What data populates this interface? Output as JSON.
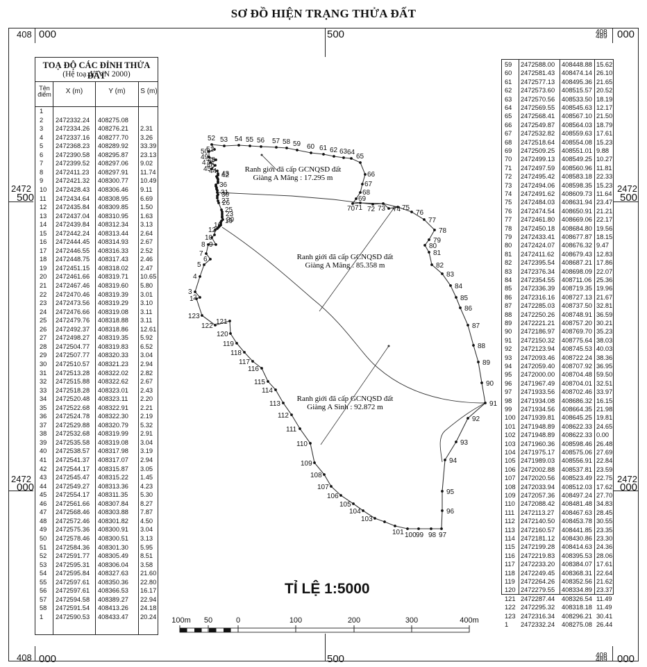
{
  "title": "SƠ ĐỒ HIỆN TRẠNG THỬA ĐẤT",
  "frame_labels": {
    "tl_left": "408",
    "tl_inner": "000",
    "top_mid": "500",
    "tr_stack_a": "408",
    "tr_stack_b": "489",
    "tr_right": "000",
    "bl_left": "408",
    "bl_inner": "000",
    "bottom_mid": "500",
    "br_stack_a": "408",
    "br_stack_b": "489",
    "br_right": "000",
    "left_upper_a": "2472",
    "left_upper_b": "500",
    "left_lower_a": "2472",
    "left_lower_b": "000",
    "right_upper_a": "2472",
    "right_upper_b": "500",
    "right_lower_a": "2472",
    "right_lower_b": "000"
  },
  "table_left": {
    "title": "TOẠ ĐỘ CÁC ĐỈNH THỬA ĐẤT",
    "subtitle": "(Hệ toạ độ VN 2000)",
    "headers": [
      "Tên điểm",
      "X (m)",
      "Y (m)",
      "S (m)"
    ],
    "rows": [
      [
        "1",
        "",
        "",
        ""
      ],
      [
        "2",
        "2472332.24",
        "408275.08",
        ""
      ],
      [
        "3",
        "2472334.26",
        "408276.21",
        "2.31"
      ],
      [
        "4",
        "2472337.16",
        "408277.70",
        "3.26"
      ],
      [
        "5",
        "2472368.23",
        "408289.92",
        "33.39"
      ],
      [
        "6",
        "2472390.58",
        "408295.87",
        "23.13"
      ],
      [
        "7",
        "2472399.52",
        "408297.06",
        "9.02"
      ],
      [
        "8",
        "2472411.23",
        "408297.91",
        "11.74"
      ],
      [
        "9",
        "2472421.32",
        "408300.77",
        "10.49"
      ],
      [
        "10",
        "2472428.43",
        "408306.46",
        "9.11"
      ],
      [
        "11",
        "2472434.64",
        "408308.95",
        "6.69"
      ],
      [
        "12",
        "2472435.84",
        "408309.85",
        "1.50"
      ],
      [
        "13",
        "2472437.04",
        "408310.95",
        "1.63"
      ],
      [
        "14",
        "2472439.84",
        "408312.34",
        "3.13"
      ],
      [
        "15",
        "2472442.24",
        "408313.44",
        "2.64"
      ],
      [
        "16",
        "2472444.45",
        "408314.93",
        "2.67"
      ],
      [
        "17",
        "2472446.55",
        "408316.33",
        "2.52"
      ],
      [
        "18",
        "2472448.75",
        "408317.43",
        "2.46"
      ],
      [
        "19",
        "2472451.15",
        "408318.02",
        "2.47"
      ],
      [
        "20",
        "2472461.66",
        "408319.71",
        "10.65"
      ],
      [
        "21",
        "2472467.46",
        "408319.60",
        "5.80"
      ],
      [
        "22",
        "2472470.46",
        "408319.39",
        "3.01"
      ],
      [
        "23",
        "2472473.56",
        "408319.29",
        "3.10"
      ],
      [
        "24",
        "2472476.66",
        "408319.08",
        "3.11"
      ],
      [
        "25",
        "2472479.76",
        "408318.88",
        "3.11"
      ],
      [
        "26",
        "2472492.37",
        "408318.86",
        "12.61"
      ],
      [
        "27",
        "2472498.27",
        "408319.35",
        "5.92"
      ],
      [
        "28",
        "2472504.77",
        "408319.83",
        "6.52"
      ],
      [
        "29",
        "2472507.77",
        "408320.33",
        "3.04"
      ],
      [
        "30",
        "2472510.57",
        "408321.23",
        "2.94"
      ],
      [
        "31",
        "2472513.28",
        "408322.02",
        "2.82"
      ],
      [
        "32",
        "2472515.88",
        "408322.62",
        "2.67"
      ],
      [
        "33",
        "2472518.28",
        "408323.01",
        "2.43"
      ],
      [
        "34",
        "2472520.48",
        "408323.11",
        "2.20"
      ],
      [
        "35",
        "2472522.68",
        "408322.91",
        "2.21"
      ],
      [
        "36",
        "2472524.78",
        "408322.30",
        "2.19"
      ],
      [
        "37",
        "2472529.88",
        "408320.79",
        "5.32"
      ],
      [
        "38",
        "2472532.68",
        "408319.99",
        "2.91"
      ],
      [
        "39",
        "2472535.58",
        "408319.08",
        "3.04"
      ],
      [
        "40",
        "2472538.57",
        "408317.98",
        "3.19"
      ],
      [
        "41",
        "2472541.37",
        "408317.07",
        "2.94"
      ],
      [
        "42",
        "2472544.17",
        "408315.87",
        "3.05"
      ],
      [
        "43",
        "2472545.47",
        "408315.22",
        "1.45"
      ],
      [
        "44",
        "2472549.27",
        "408313.36",
        "4.23"
      ],
      [
        "45",
        "2472554.17",
        "408311.35",
        "5.30"
      ],
      [
        "46",
        "2472561.66",
        "408307.84",
        "8.27"
      ],
      [
        "47",
        "2472568.46",
        "408303.88",
        "7.87"
      ],
      [
        "48",
        "2472572.46",
        "408301.82",
        "4.50"
      ],
      [
        "49",
        "2472575.36",
        "408300.91",
        "3.04"
      ],
      [
        "50",
        "2472578.46",
        "408300.51",
        "3.13"
      ],
      [
        "51",
        "2472584.36",
        "408301.30",
        "5.95"
      ],
      [
        "52",
        "2472591.77",
        "408305.49",
        "8.51"
      ],
      [
        "53",
        "2472595.31",
        "408306.04",
        "3.58"
      ],
      [
        "54",
        "2472595.84",
        "408327.63",
        "21.60"
      ],
      [
        "55",
        "2472597.61",
        "408350.36",
        "22.80"
      ],
      [
        "56",
        "2472597.61",
        "408366.53",
        "16.17"
      ],
      [
        "57",
        "2472594.58",
        "408389.27",
        "22.94"
      ],
      [
        "58",
        "2472591.54",
        "408413.26",
        "24.18"
      ],
      [
        "1",
        "2472590.53",
        "408433.47",
        "20.24"
      ]
    ]
  },
  "table_right": {
    "rows": [
      [
        "59",
        "2472588.00",
        "408448.88",
        "15.62"
      ],
      [
        "60",
        "2472581.43",
        "408474.14",
        "26.10"
      ],
      [
        "61",
        "2472577.13",
        "408495.36",
        "21.65"
      ],
      [
        "62",
        "2472573.60",
        "408515.57",
        "20.52"
      ],
      [
        "63",
        "2472570.56",
        "408533.50",
        "18.19"
      ],
      [
        "64",
        "2472569.55",
        "408545.63",
        "12.17"
      ],
      [
        "65",
        "2472568.41",
        "408567.10",
        "21.50"
      ],
      [
        "66",
        "2472549.87",
        "408564.03",
        "18.79"
      ],
      [
        "67",
        "2472532.82",
        "408559.63",
        "17.61"
      ],
      [
        "68",
        "2472518.64",
        "408554.08",
        "15.23"
      ],
      [
        "69",
        "2472509.25",
        "408551.01",
        "9.88"
      ],
      [
        "70",
        "2472499.13",
        "408549.25",
        "10.27"
      ],
      [
        "71",
        "2472497.59",
        "408560.96",
        "11.81"
      ],
      [
        "72",
        "2472495.42",
        "408583.18",
        "22.33"
      ],
      [
        "73",
        "2472494.06",
        "408598.35",
        "15.23"
      ],
      [
        "74",
        "2472491.62",
        "408609.73",
        "11.64"
      ],
      [
        "75",
        "2472484.03",
        "408631.94",
        "23.47"
      ],
      [
        "76",
        "2472474.54",
        "408650.91",
        "21.21"
      ],
      [
        "77",
        "2472461.80",
        "408669.06",
        "22.17"
      ],
      [
        "78",
        "2472450.18",
        "408684.80",
        "19.56"
      ],
      [
        "79",
        "2472433.41",
        "408677.87",
        "18.15"
      ],
      [
        "80",
        "2472424.07",
        "408676.32",
        "9.47"
      ],
      [
        "81",
        "2472411.62",
        "408679.43",
        "12.83"
      ],
      [
        "82",
        "2472395.54",
        "408687.21",
        "17.86"
      ],
      [
        "83",
        "2472376.34",
        "408698.09",
        "22.07"
      ],
      [
        "84",
        "2472354.55",
        "408711.06",
        "25.36"
      ],
      [
        "85",
        "2472336.39",
        "408719.35",
        "19.96"
      ],
      [
        "86",
        "2472316.16",
        "408727.13",
        "21.67"
      ],
      [
        "87",
        "2472285.03",
        "408737.50",
        "32.81"
      ],
      [
        "88",
        "2472250.26",
        "408748.91",
        "36.59"
      ],
      [
        "89",
        "2472221.21",
        "408757.20",
        "30.21"
      ],
      [
        "90",
        "2472186.97",
        "408769.70",
        "35.23"
      ],
      [
        "91",
        "2472150.32",
        "408775.64",
        "38.03"
      ],
      [
        "92",
        "2472123.94",
        "408745.53",
        "40.03"
      ],
      [
        "93",
        "2472093.46",
        "408722.24",
        "38.36"
      ],
      [
        "94",
        "2472059.40",
        "408707.92",
        "36.95"
      ],
      [
        "95",
        "2472000.00",
        "408704.48",
        "59.50"
      ],
      [
        "96",
        "2471967.49",
        "408704.01",
        "32.51"
      ],
      [
        "97",
        "2471933.56",
        "408702.46",
        "33.97"
      ],
      [
        "98",
        "2471934.08",
        "408686.32",
        "16.15"
      ],
      [
        "99",
        "2471934.56",
        "408664.35",
        "21.98"
      ],
      [
        "100",
        "2471939.81",
        "408645.25",
        "19.81"
      ],
      [
        "101",
        "2471948.89",
        "408622.33",
        "24.65"
      ],
      [
        "102",
        "2471948.89",
        "408622.33",
        "0.00"
      ],
      [
        "103",
        "2471960.36",
        "408598.46",
        "26.48"
      ],
      [
        "104",
        "2471975.17",
        "408575.06",
        "27.69"
      ],
      [
        "105",
        "2471989.03",
        "408556.91",
        "22.84"
      ],
      [
        "106",
        "2472002.88",
        "408537.81",
        "23.59"
      ],
      [
        "107",
        "2472020.56",
        "408523.49",
        "22.75"
      ],
      [
        "108",
        "2472033.94",
        "408512.03",
        "17.62"
      ],
      [
        "109",
        "2472057.36",
        "408497.24",
        "27.70"
      ],
      [
        "110",
        "2472088.42",
        "408481.48",
        "34.83"
      ],
      [
        "111",
        "2472113.27",
        "408467.63",
        "28.45"
      ],
      [
        "112",
        "2472140.50",
        "408453.78",
        "30.55"
      ],
      [
        "113",
        "2472160.57",
        "408441.85",
        "23.35"
      ],
      [
        "114",
        "2472181.12",
        "408430.86",
        "23.30"
      ],
      [
        "115",
        "2472199.28",
        "408414.63",
        "24.36"
      ],
      [
        "116",
        "2472219.83",
        "408395.53",
        "28.06"
      ],
      [
        "117",
        "2472233.20",
        "408384.07",
        "17.61"
      ],
      [
        "118",
        "2472249.45",
        "408368.31",
        "22.64"
      ],
      [
        "119",
        "2472264.26",
        "408352.56",
        "21.62"
      ],
      [
        "120",
        "2472279.55",
        "408334.89",
        "23.37"
      ],
      [
        "121",
        "2472287.44",
        "408326.54",
        "11.49"
      ],
      [
        "122",
        "2472295.32",
        "408318.18",
        "11.49"
      ],
      [
        "123",
        "2472316.34",
        "408296.21",
        "30.41"
      ],
      [
        "1",
        "2472332.24",
        "408275.08",
        "26.44"
      ]
    ]
  },
  "annotations": [
    {
      "line1": "Ranh giới đã cấp GCNQSD đất",
      "line2": "Giàng A Mãng : 17.295 m"
    },
    {
      "line1": "Ranh giới đã cấp GCNQSD đất",
      "line2": "Giàng A Mãng : 85.358 m"
    },
    {
      "line1": "Ranh giới đã cấp GCNQSD đất",
      "line2": "Giàng A Sình : 92.872 m"
    }
  ],
  "scale_title": "TỈ LỆ 1:5000",
  "scale_bar": {
    "labels": [
      "100m",
      "50",
      "0",
      "100",
      "200",
      "300",
      "400m"
    ]
  },
  "colors": {
    "ink": "#111111",
    "line": "#333333",
    "dot": "#111111"
  }
}
